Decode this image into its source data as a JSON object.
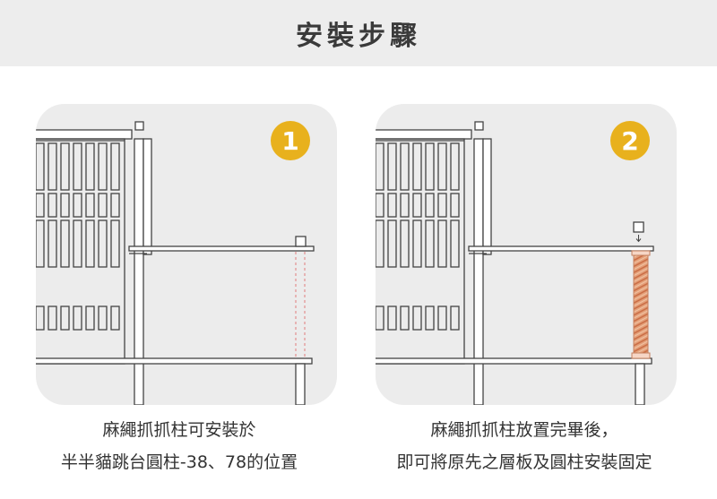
{
  "header": {
    "title": "安裝步驟"
  },
  "colors": {
    "badge": "#e8b11d",
    "panel_bg": "#ececec",
    "header_bg": "#ededed",
    "post_stripe": "#d98560",
    "guide_line": "#e07d7d"
  },
  "steps": [
    {
      "number": "1",
      "caption_line1": "麻繩抓抓柱可安裝於",
      "caption_line2": "半半貓跳台圓柱-38、78的位置"
    },
    {
      "number": "2",
      "caption_line1": "麻繩抓抓柱放置完畢後，",
      "caption_line2": "即可將原先之層板及圓柱安裝固定"
    }
  ]
}
